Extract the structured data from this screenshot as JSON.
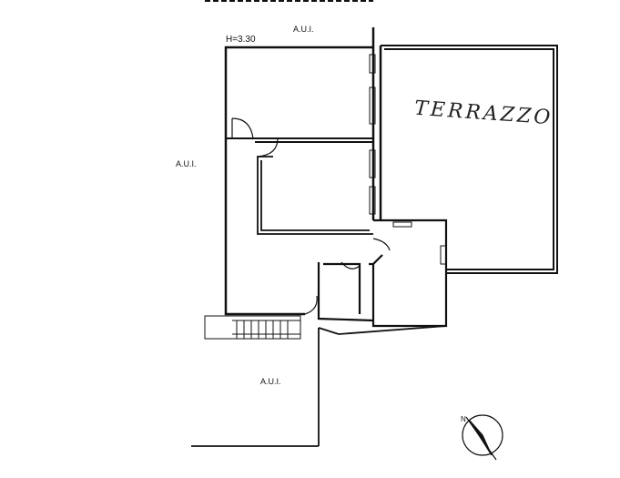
{
  "plan": {
    "height_label": "H=3.30",
    "terrace_label": "TERRAZZO",
    "area_labels": [
      "A.U.I.",
      "A.U.I.",
      "A.U.I."
    ],
    "compass_label": "N"
  }
}
